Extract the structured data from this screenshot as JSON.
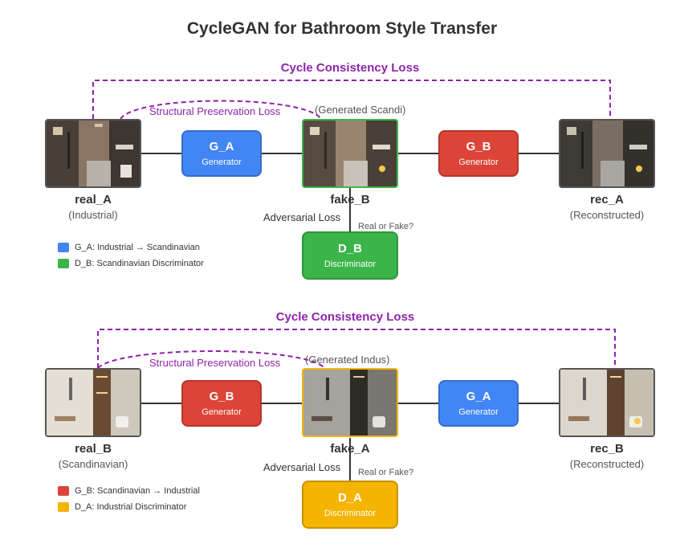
{
  "title": "CycleGAN for Bathroom Style Transfer",
  "colors": {
    "blue": "#4285f4",
    "red": "#db4437",
    "green": "#3bb54a",
    "yellow": "#f4b400",
    "purple": "#8e24aa"
  },
  "top": {
    "cycle_label": "Cycle Consistency Loss",
    "structural_label": "Structural Preservation Loss",
    "generated_label": "(Generated Scandi)",
    "adversarial_label": "Adversarial Loss",
    "real_or_fake": "Real or Fake?",
    "real": {
      "name": "real_A",
      "sub": "(Industrial)"
    },
    "fake": {
      "name": "fake_B"
    },
    "rec": {
      "name": "rec_A",
      "sub": "(Reconstructed)"
    },
    "gen1": {
      "title": "G_A",
      "sub": "Generator",
      "color": "#4285f4"
    },
    "gen2": {
      "title": "G_B",
      "sub": "Generator",
      "color": "#db4437"
    },
    "disc": {
      "title": "D_B",
      "sub": "Discriminator",
      "color": "#3bb54a"
    },
    "legend": [
      {
        "text": "G_A: Industrial → Scandinavian",
        "color": "#4285f4"
      },
      {
        "text": "D_B: Scandinavian Discriminator",
        "color": "#3bb54a"
      }
    ]
  },
  "bottom": {
    "cycle_label": "Cycle Consistency Loss",
    "structural_label": "Structural Preservation Loss",
    "generated_label": "(Generated Indus)",
    "adversarial_label": "Adversarial Loss",
    "real_or_fake": "Real or Fake?",
    "real": {
      "name": "real_B",
      "sub": "(Scandinavian)"
    },
    "fake": {
      "name": "fake_A"
    },
    "rec": {
      "name": "rec_B",
      "sub": "(Reconstructed)"
    },
    "gen1": {
      "title": "G_B",
      "sub": "Generator",
      "color": "#db4437"
    },
    "gen2": {
      "title": "G_A",
      "sub": "Generator",
      "color": "#4285f4"
    },
    "disc": {
      "title": "D_A",
      "sub": "Discriminator",
      "color": "#f4b400"
    },
    "legend": [
      {
        "text": "G_B: Scandinavian → Industrial",
        "color": "#db4437"
      },
      {
        "text": "D_A: Industrial Discriminator",
        "color": "#f4b400"
      }
    ]
  }
}
